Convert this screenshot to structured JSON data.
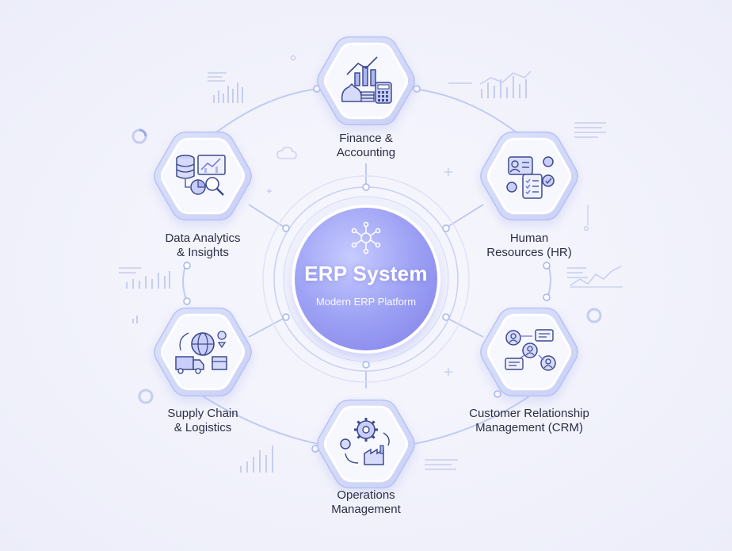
{
  "hub": {
    "title": "ERP System",
    "subtitle": "Modern ERP Platform",
    "icon": "network-hub-icon"
  },
  "modules": [
    {
      "id": "finance",
      "line1": "Finance &",
      "line2": "Accounting",
      "icon": "finance-chart-calculator-icon"
    },
    {
      "id": "hr",
      "line1": "Human",
      "line2": "Resources (HR)",
      "icon": "profile-checklist-gears-icon"
    },
    {
      "id": "crm",
      "line1": "Customer Relationship",
      "line2": "Management (CRM)",
      "icon": "people-chat-icon"
    },
    {
      "id": "operations",
      "line1": "Operations",
      "line2": "Management",
      "icon": "gears-factory-icon"
    },
    {
      "id": "supply",
      "line1": "Supply Chain",
      "line2": "& Logistics",
      "icon": "globe-truck-box-icon"
    },
    {
      "id": "analytics",
      "line1": "Data Analytics",
      "line2": "& Insights",
      "icon": "database-chart-magnifier-icon"
    }
  ],
  "colors": {
    "accent": "#6f73e6",
    "hub_light": "#c9ccff",
    "hub_dark": "#8f8ff0",
    "line": "#b9c6f3",
    "icon_stroke": "#3d4a8c"
  }
}
